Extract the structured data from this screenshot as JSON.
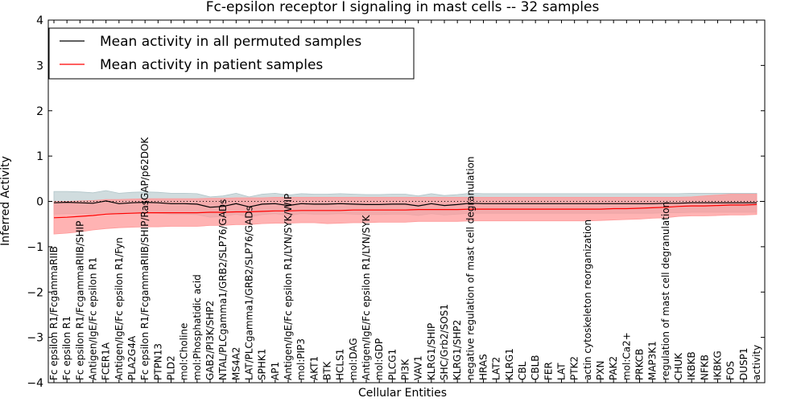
{
  "chart_data": {
    "type": "line",
    "title": "Fc-epsilon receptor I signaling in mast cells -- 32 samples",
    "xlabel": "Cellular Entities",
    "ylabel": "Inferred Activity",
    "ylim": [
      -4,
      4
    ],
    "yticks": [
      -4,
      -3,
      -2,
      -1,
      0,
      1,
      2,
      3,
      4
    ],
    "grid": false,
    "legend_position": "top-left",
    "categories": [
      "Fc epsilon R1/FcgammaRIIB",
      "Fc epsilon R1",
      "Fc epsilon R1/FcgammaRIIB/SHIP",
      "Antigen/IgE/Fc epsilon R1",
      "FCER1A",
      "Antigen/IgE/Fc epsilon R1/Fyn",
      "PLA2G4A",
      "Fc epsilon R1/FcgammaRIIB/SHIP/RasGAP/p62DOK",
      "PTPN13",
      "PLD2",
      "mol:Choline",
      "mol:Phosphatidic acid",
      "GAB2/PI3K/SHP2",
      "NTAL/PLCgamma1/GRB2/SLP76/GADs",
      "MS4A2",
      "LAT/PLCgamma1/GRB2/SLP76/GADs",
      "SPHK1",
      "AP1",
      "Antigen/IgE/Fc epsilon R1/LYN/SYK/WIP",
      "mol:PIP3",
      "AKT1",
      "BTK",
      "HCLS1",
      "mol:DAG",
      "Antigen/IgE/Fc epsilon R1/LYN/SYK",
      "mol:GDP",
      "PLCG1",
      "PI3K",
      "VAV1",
      "KLRG1/SHIP",
      "SHC/Grb2/SOS1",
      "KLRG1/SHP2",
      "negative regulation of mast cell degranulation",
      "HRAS",
      "LAT2",
      "KLRG1",
      "CBL",
      "CBLB",
      "FER",
      "LAT",
      "PTK2",
      "actin cytoskeleton reorganization",
      "PXN",
      "PAK2",
      "mol:Ca2+",
      "PRKCB",
      "MAP3K1",
      "regulation of mast cell degranulation",
      "CHUK",
      "IKBKB",
      "NFKB",
      "IKBKG",
      "FOS",
      "DUSP1",
      "activity"
    ],
    "series": [
      {
        "name": "Mean activity in all permuted samples",
        "color": "#000000",
        "band_color": "#b0c4c8",
        "values": [
          -0.03,
          -0.02,
          -0.03,
          -0.04,
          0.01,
          -0.05,
          -0.03,
          -0.02,
          -0.03,
          -0.05,
          -0.05,
          -0.06,
          -0.13,
          -0.11,
          -0.05,
          -0.12,
          -0.06,
          -0.05,
          -0.09,
          -0.05,
          -0.06,
          -0.06,
          -0.05,
          -0.06,
          -0.07,
          -0.07,
          -0.06,
          -0.06,
          -0.1,
          -0.05,
          -0.09,
          -0.07,
          -0.04,
          -0.05,
          -0.05,
          -0.05,
          -0.05,
          -0.05,
          -0.05,
          -0.05,
          -0.05,
          -0.05,
          -0.05,
          -0.05,
          -0.05,
          -0.05,
          -0.05,
          -0.04,
          -0.04,
          -0.03,
          -0.03,
          -0.03,
          -0.03,
          -0.03,
          -0.03
        ],
        "lower": [
          -0.28,
          -0.27,
          -0.27,
          -0.27,
          -0.24,
          -0.28,
          -0.26,
          -0.25,
          -0.26,
          -0.28,
          -0.28,
          -0.29,
          -0.35,
          -0.33,
          -0.28,
          -0.34,
          -0.29,
          -0.27,
          -0.31,
          -0.27,
          -0.28,
          -0.28,
          -0.27,
          -0.28,
          -0.29,
          -0.29,
          -0.28,
          -0.28,
          -0.31,
          -0.27,
          -0.3,
          -0.28,
          -0.26,
          -0.26,
          -0.26,
          -0.26,
          -0.26,
          -0.26,
          -0.26,
          -0.26,
          -0.26,
          -0.26,
          -0.26,
          -0.26,
          -0.26,
          -0.26,
          -0.26,
          -0.25,
          -0.25,
          -0.24,
          -0.24,
          -0.24,
          -0.24,
          -0.24,
          -0.24
        ],
        "upper": [
          0.22,
          0.22,
          0.21,
          0.19,
          0.24,
          0.18,
          0.2,
          0.21,
          0.2,
          0.18,
          0.18,
          0.17,
          0.1,
          0.12,
          0.18,
          0.1,
          0.16,
          0.18,
          0.14,
          0.17,
          0.16,
          0.16,
          0.17,
          0.16,
          0.15,
          0.15,
          0.16,
          0.16,
          0.12,
          0.17,
          0.13,
          0.15,
          0.18,
          0.17,
          0.17,
          0.17,
          0.17,
          0.17,
          0.17,
          0.17,
          0.17,
          0.17,
          0.17,
          0.17,
          0.17,
          0.17,
          0.17,
          0.17,
          0.17,
          0.18,
          0.18,
          0.18,
          0.18,
          0.18,
          0.18
        ]
      },
      {
        "name": "Mean activity in patient samples",
        "color": "#ff0000",
        "band_color": "#ff9999",
        "values": [
          -0.36,
          -0.35,
          -0.33,
          -0.31,
          -0.28,
          -0.27,
          -0.26,
          -0.25,
          -0.25,
          -0.25,
          -0.25,
          -0.25,
          -0.24,
          -0.24,
          -0.23,
          -0.23,
          -0.22,
          -0.21,
          -0.21,
          -0.2,
          -0.2,
          -0.2,
          -0.2,
          -0.19,
          -0.19,
          -0.19,
          -0.19,
          -0.19,
          -0.18,
          -0.18,
          -0.18,
          -0.18,
          -0.17,
          -0.17,
          -0.17,
          -0.17,
          -0.17,
          -0.17,
          -0.17,
          -0.17,
          -0.17,
          -0.17,
          -0.17,
          -0.16,
          -0.16,
          -0.15,
          -0.14,
          -0.13,
          -0.11,
          -0.1,
          -0.1,
          -0.09,
          -0.08,
          -0.08,
          -0.07
        ],
        "lower": [
          -0.72,
          -0.7,
          -0.67,
          -0.63,
          -0.6,
          -0.58,
          -0.57,
          -0.56,
          -0.56,
          -0.55,
          -0.55,
          -0.55,
          -0.53,
          -0.53,
          -0.51,
          -0.51,
          -0.49,
          -0.48,
          -0.48,
          -0.47,
          -0.47,
          -0.49,
          -0.48,
          -0.47,
          -0.47,
          -0.46,
          -0.46,
          -0.46,
          -0.44,
          -0.44,
          -0.44,
          -0.44,
          -0.43,
          -0.43,
          -0.43,
          -0.43,
          -0.43,
          -0.43,
          -0.43,
          -0.43,
          -0.43,
          -0.43,
          -0.42,
          -0.41,
          -0.4,
          -0.39,
          -0.37,
          -0.36,
          -0.33,
          -0.32,
          -0.32,
          -0.31,
          -0.3,
          -0.3,
          -0.29
        ],
        "upper": [
          0.0,
          0.0,
          0.01,
          0.02,
          0.04,
          0.04,
          0.05,
          0.06,
          0.06,
          0.06,
          0.06,
          0.06,
          0.07,
          0.07,
          0.08,
          0.08,
          0.08,
          0.09,
          0.09,
          0.09,
          0.09,
          0.09,
          0.09,
          0.09,
          0.09,
          0.09,
          0.09,
          0.09,
          0.09,
          0.09,
          0.09,
          0.09,
          0.09,
          0.09,
          0.09,
          0.09,
          0.09,
          0.09,
          0.09,
          0.09,
          0.09,
          0.09,
          0.09,
          0.09,
          0.09,
          0.09,
          0.09,
          0.09,
          0.09,
          0.1,
          0.12,
          0.14,
          0.16,
          0.16,
          0.16
        ]
      }
    ],
    "reference_line": {
      "y": 0,
      "style": "dotted"
    },
    "annotation_text": "activity"
  }
}
